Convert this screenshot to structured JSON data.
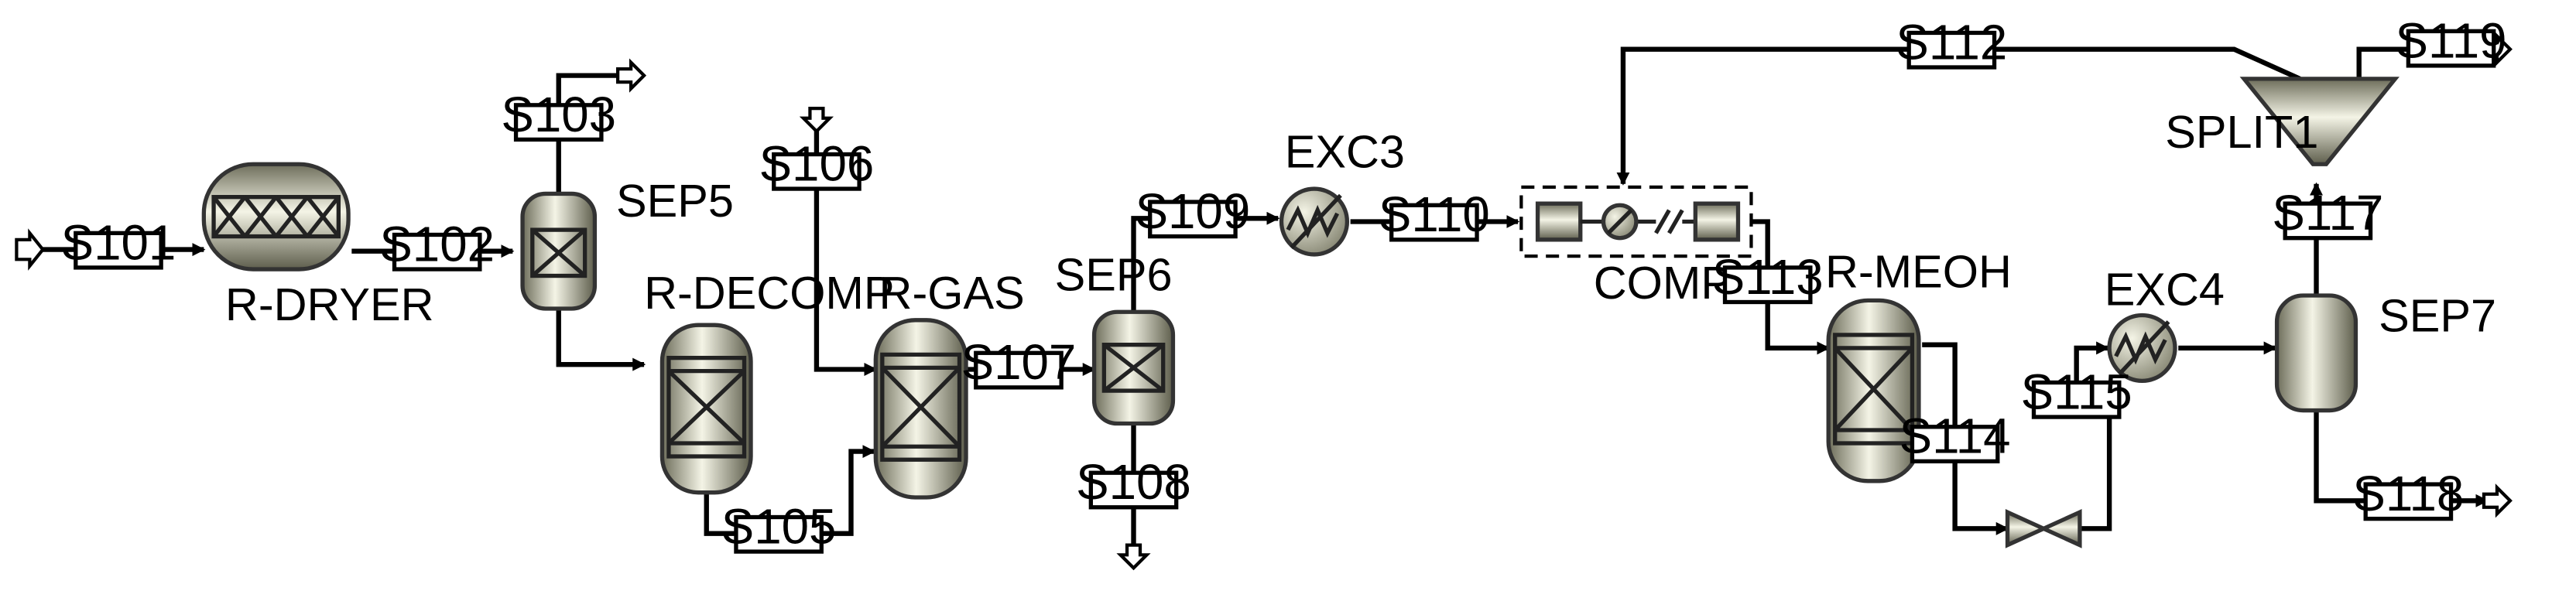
{
  "blocks": {
    "r_dryer": "R-DRYER",
    "sep5": "SEP5",
    "r_decomp": "R-DECOMP",
    "r_gas": "R-GAS",
    "sep6": "SEP6",
    "exc3": "EXC3",
    "comp4": "COMP4",
    "r_meoh": "R-MEOH",
    "exc4": "EXC4",
    "split1": "SPLIT1",
    "sep7": "SEP7"
  },
  "streams": {
    "s101": "S101",
    "s102": "S102",
    "s103": "S103",
    "s105": "S105",
    "s106": "S106",
    "s107": "S107",
    "s108": "S108",
    "s109": "S109",
    "s110": "S110",
    "s112": "S112",
    "s113": "S113",
    "s114": "S114",
    "s115": "S115",
    "s117": "S117",
    "s118": "S118",
    "s119": "S119"
  }
}
